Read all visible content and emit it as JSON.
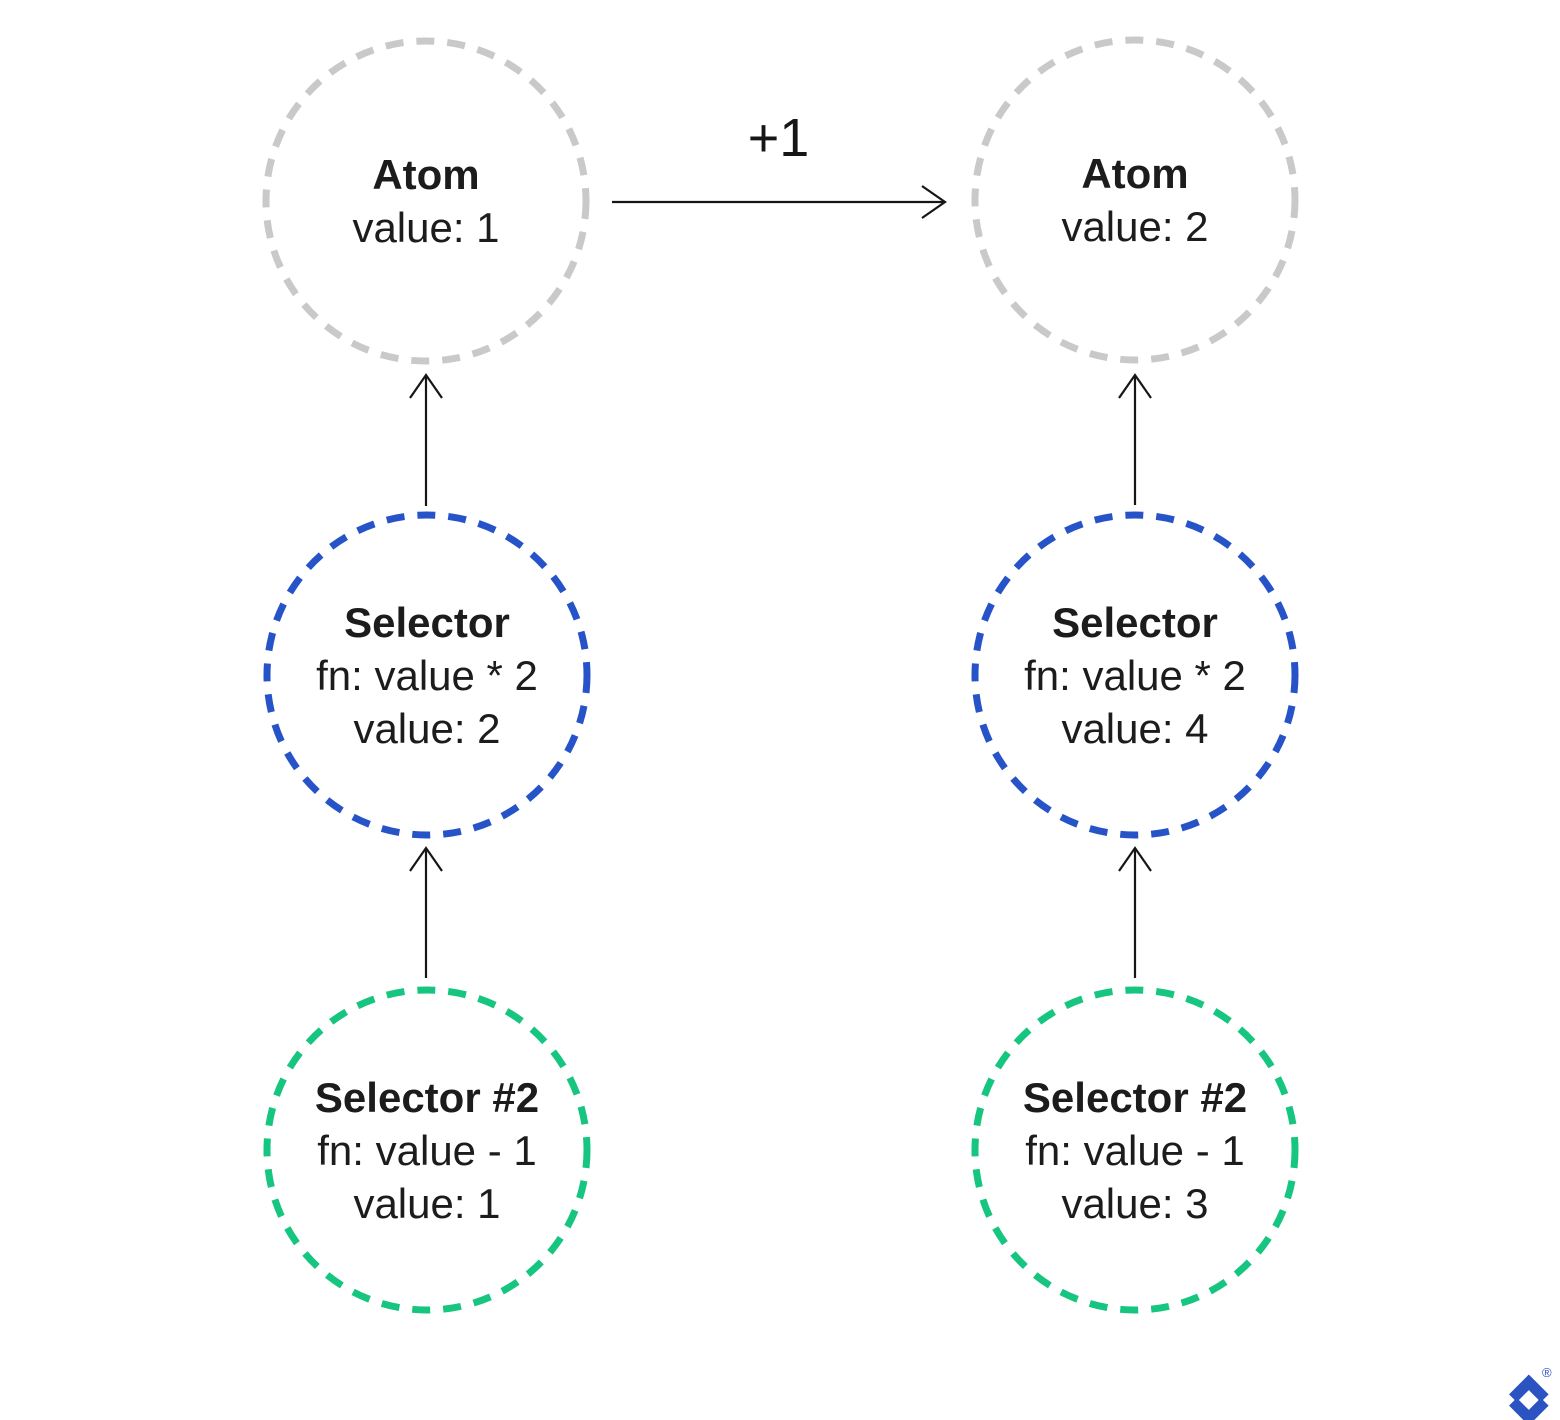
{
  "edge_label": "+1",
  "colors": {
    "background": "#ffffff",
    "atom_ring": "#c9c9c9",
    "selector_ring": "#2753c9",
    "selector2_ring": "#16c57f",
    "arrow": "#161616",
    "text": "#1c1c1c",
    "logo": "#2b53c1"
  },
  "columns": [
    {
      "nodes": [
        {
          "kind": "atom",
          "title": "Atom",
          "lines": [
            "value: 1"
          ]
        },
        {
          "kind": "selector",
          "title": "Selector",
          "lines": [
            "fn: value * 2",
            "value: 2"
          ]
        },
        {
          "kind": "selector2",
          "title": "Selector #2",
          "lines": [
            "fn: value - 1",
            "value: 1"
          ]
        }
      ]
    },
    {
      "nodes": [
        {
          "kind": "atom",
          "title": "Atom",
          "lines": [
            "value: 2"
          ]
        },
        {
          "kind": "selector",
          "title": "Selector",
          "lines": [
            "fn: value * 2",
            "value: 4"
          ]
        },
        {
          "kind": "selector2",
          "title": "Selector #2",
          "lines": [
            "fn: value - 1",
            "value: 3"
          ]
        }
      ]
    }
  ],
  "logo": {
    "registered_symbol": "®"
  }
}
